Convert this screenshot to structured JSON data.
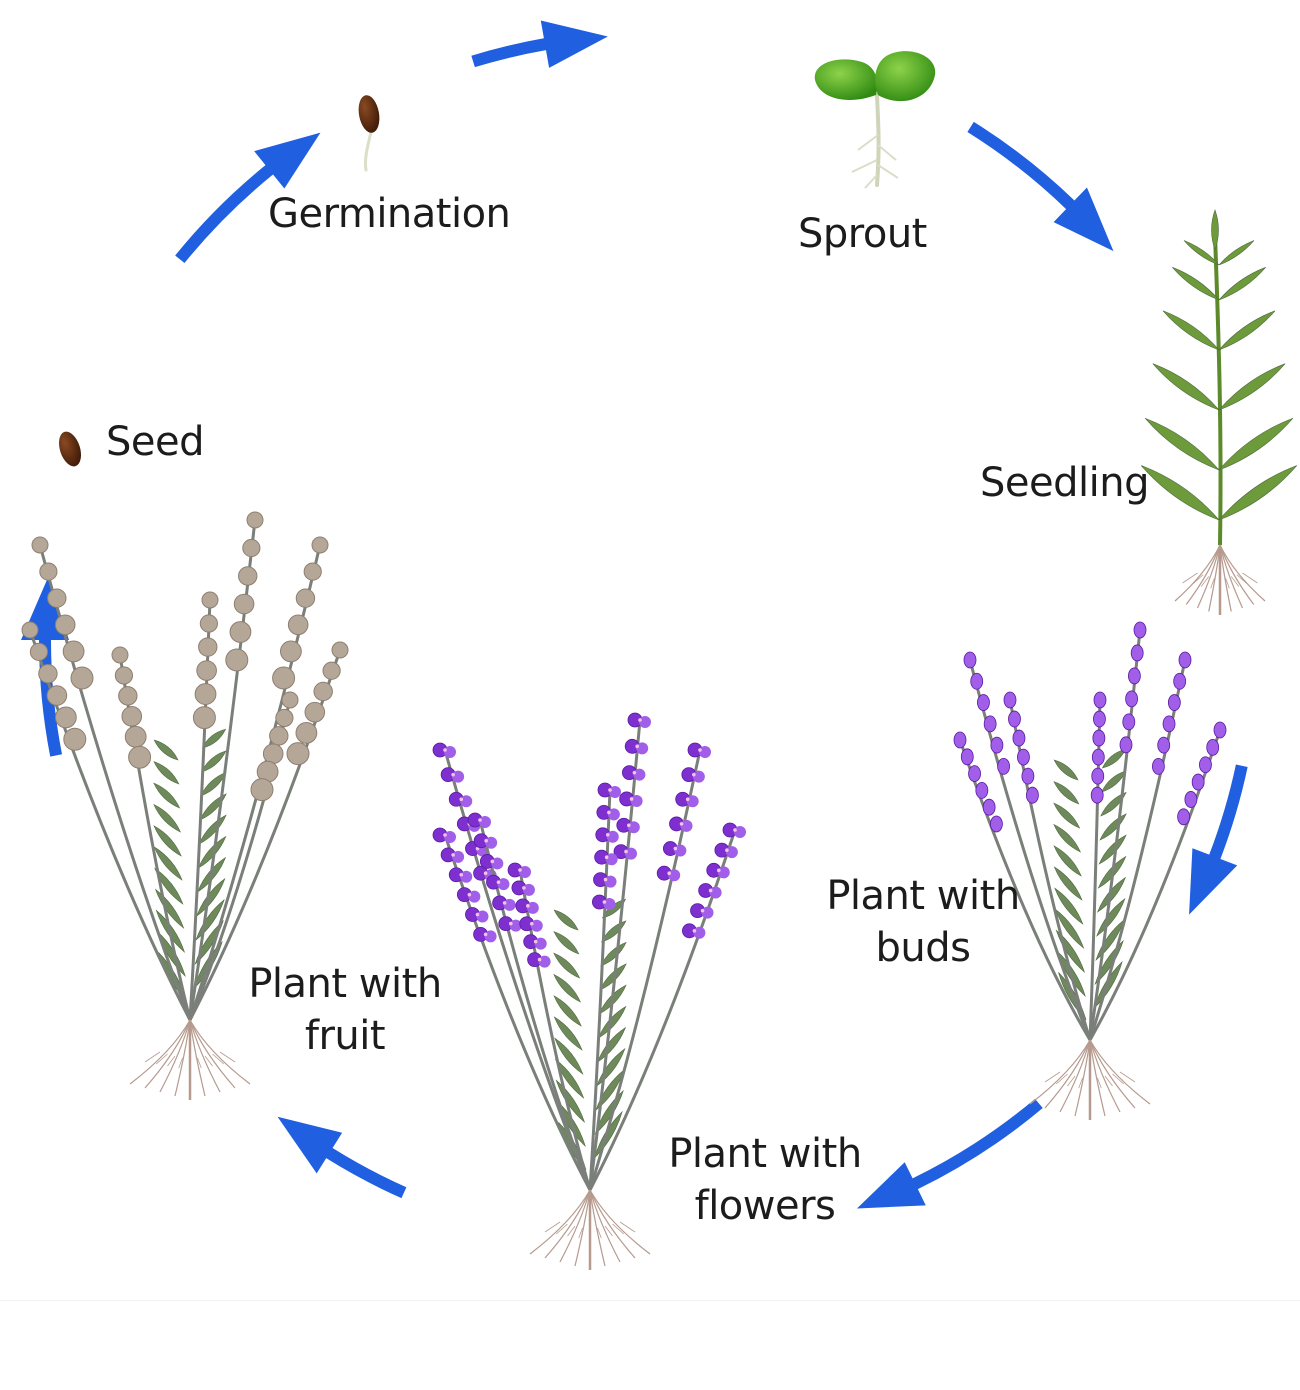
{
  "diagram": {
    "stages": [
      {
        "id": "seed",
        "lines": [
          "Seed"
        ],
        "icon": "seed-icon"
      },
      {
        "id": "germination",
        "lines": [
          "Germination"
        ],
        "icon": "germinating-seed-icon"
      },
      {
        "id": "sprout",
        "lines": [
          "Sprout"
        ],
        "icon": "sprout-icon"
      },
      {
        "id": "seedling",
        "lines": [
          "Seedling"
        ],
        "icon": "seedling-plant-icon"
      },
      {
        "id": "buds",
        "lines": [
          "Plant with",
          "buds"
        ],
        "icon": "budding-lavender-icon"
      },
      {
        "id": "flowers",
        "lines": [
          "Plant with",
          "flowers"
        ],
        "icon": "flowering-lavender-icon"
      },
      {
        "id": "fruit",
        "lines": [
          "Plant with",
          "fruit"
        ],
        "icon": "fruiting-lavender-icon"
      }
    ],
    "colors": {
      "arrow": "#1f5fe0",
      "leaf": "#6e8a5a",
      "stem": "#7a7f7a",
      "flower": "#7d2fd0",
      "flower_light": "#a15ee8",
      "seed_pod": "#b5a798",
      "seed": "#5a2a12",
      "sprout_leaf": "#3f9a1c",
      "root": "#b69a8e",
      "text": "#1c1c1c"
    }
  }
}
